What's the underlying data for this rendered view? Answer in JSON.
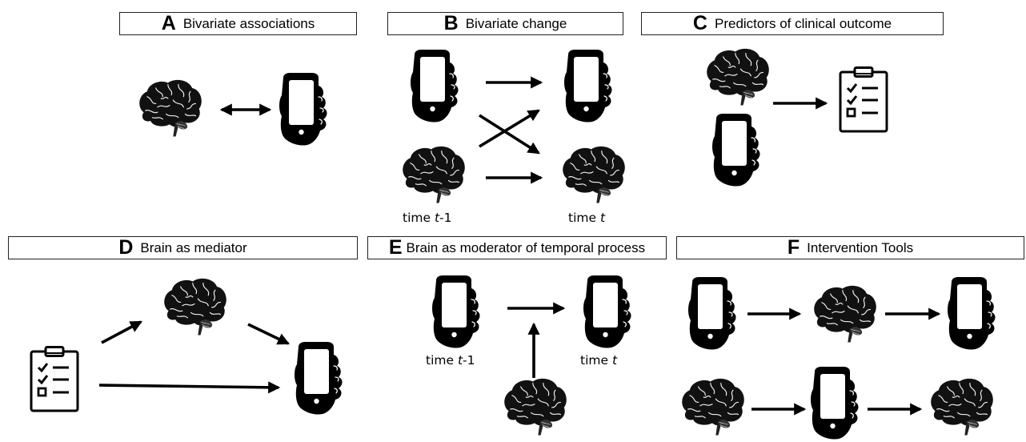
{
  "panels": [
    {
      "id": "A",
      "letter": "A",
      "title": "Bivariate associations"
    },
    {
      "id": "B",
      "letter": "B",
      "title": "Bivariate change"
    },
    {
      "id": "C",
      "letter": "C",
      "title": "Predictors of clinical outcome"
    },
    {
      "id": "D",
      "letter": "D",
      "title": "Brain as mediator"
    },
    {
      "id": "E",
      "letter": "E",
      "title": "Brain as moderator of temporal process"
    },
    {
      "id": "F",
      "letter": "F",
      "title": "Intervention Tools"
    }
  ],
  "time_labels": {
    "b_prev": {
      "prefix": "time ",
      "var": "t",
      "suffix": "-1"
    },
    "b_curr": {
      "prefix": "time ",
      "var": "t",
      "suffix": ""
    },
    "e_prev": {
      "prefix": "time ",
      "var": "t",
      "suffix": "-1"
    },
    "e_curr": {
      "prefix": "time ",
      "var": "t",
      "suffix": ""
    }
  },
  "icons": {
    "brain": "brain-icon",
    "phone": "phone-in-hand-icon",
    "clipboard": "clipboard-checklist-icon"
  },
  "colors": {
    "ink": "#000000",
    "stroke": "#222222",
    "background": "#ffffff"
  }
}
